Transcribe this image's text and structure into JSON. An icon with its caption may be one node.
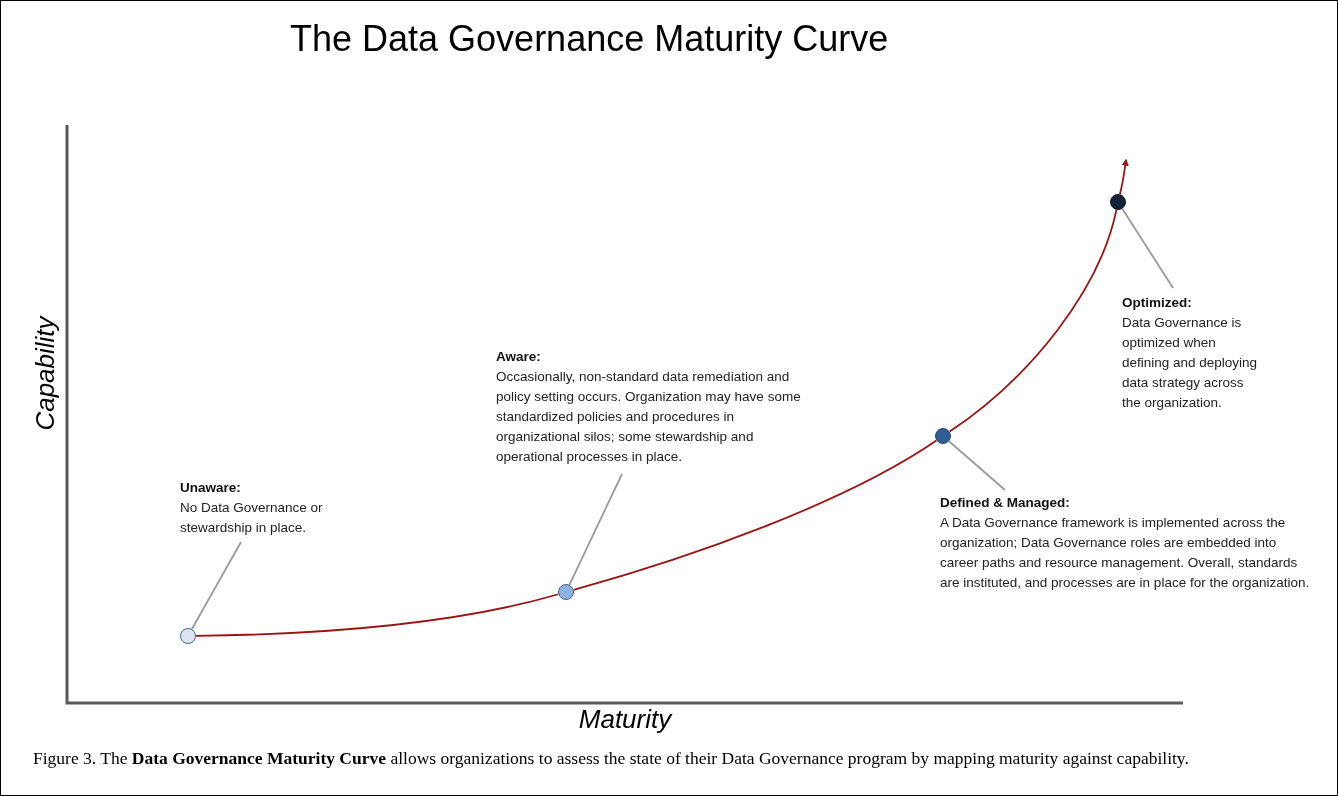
{
  "diagram": {
    "title": "The Data Governance Maturity Curve",
    "caption": "Figure 3. The **Data Governance Maturity Curve** allows organizations to assess the state of their Data Governance program by mapping maturity against capability.",
    "nodes": [
      {
        "text": [
          "Unaware:",
          "No Data Governance or stewardship in place."
        ]
      },
      {
        "text": [],
        "shape": "circle"
      },
      {
        "text": [
          "Aware:",
          "Occasionally, non-standard data remediation and policy setting occurs. Organization may have some standardized policies and procedures in organizational silos; some stewardship and operational processes in place."
        ]
      },
      {
        "text": [],
        "shape": "circle"
      },
      {
        "text": [
          "Defined & Managed:",
          "A Data Governance framework is implemented across the organization; Data Governance roles are embedded into career paths and resource management. Overall, standards are instituted, and processes are in place for the organization."
        ]
      },
      {
        "text": [],
        "shape": "circle"
      },
      {
        "text": [
          "Optimized:",
          "Data Governance is optimized when defining and deploying data strategy across the organization."
        ]
      },
      {
        "text": [],
        "shape": "circle"
      }
    ],
    "edges": [
      {
        "from": 1,
        "to": 3,
        "arrow": "none",
        "color": "#9b1414"
      },
      {
        "from": 3,
        "to": 5,
        "arrow": "none",
        "color": "#9b1414"
      },
      {
        "from": 5,
        "to": 7,
        "arrow": "none",
        "color": "#9b1414"
      },
      {
        "from": 7,
        "to": null,
        "arrow": "to",
        "color": "#9b1414"
      },
      {
        "from": 0,
        "to": 1,
        "arrow": "none",
        "color": "#9a9a9a"
      },
      {
        "from": 2,
        "to": 3,
        "arrow": "none",
        "color": "#9a9a9a"
      },
      {
        "from": 4,
        "to": 5,
        "arrow": "none",
        "color": "#9a9a9a"
      },
      {
        "from": 6,
        "to": 7,
        "arrow": "none",
        "color": "#9a9a9a"
      }
    ],
    "labels": [
      "Capability",
      "Maturity"
    ]
  }
}
